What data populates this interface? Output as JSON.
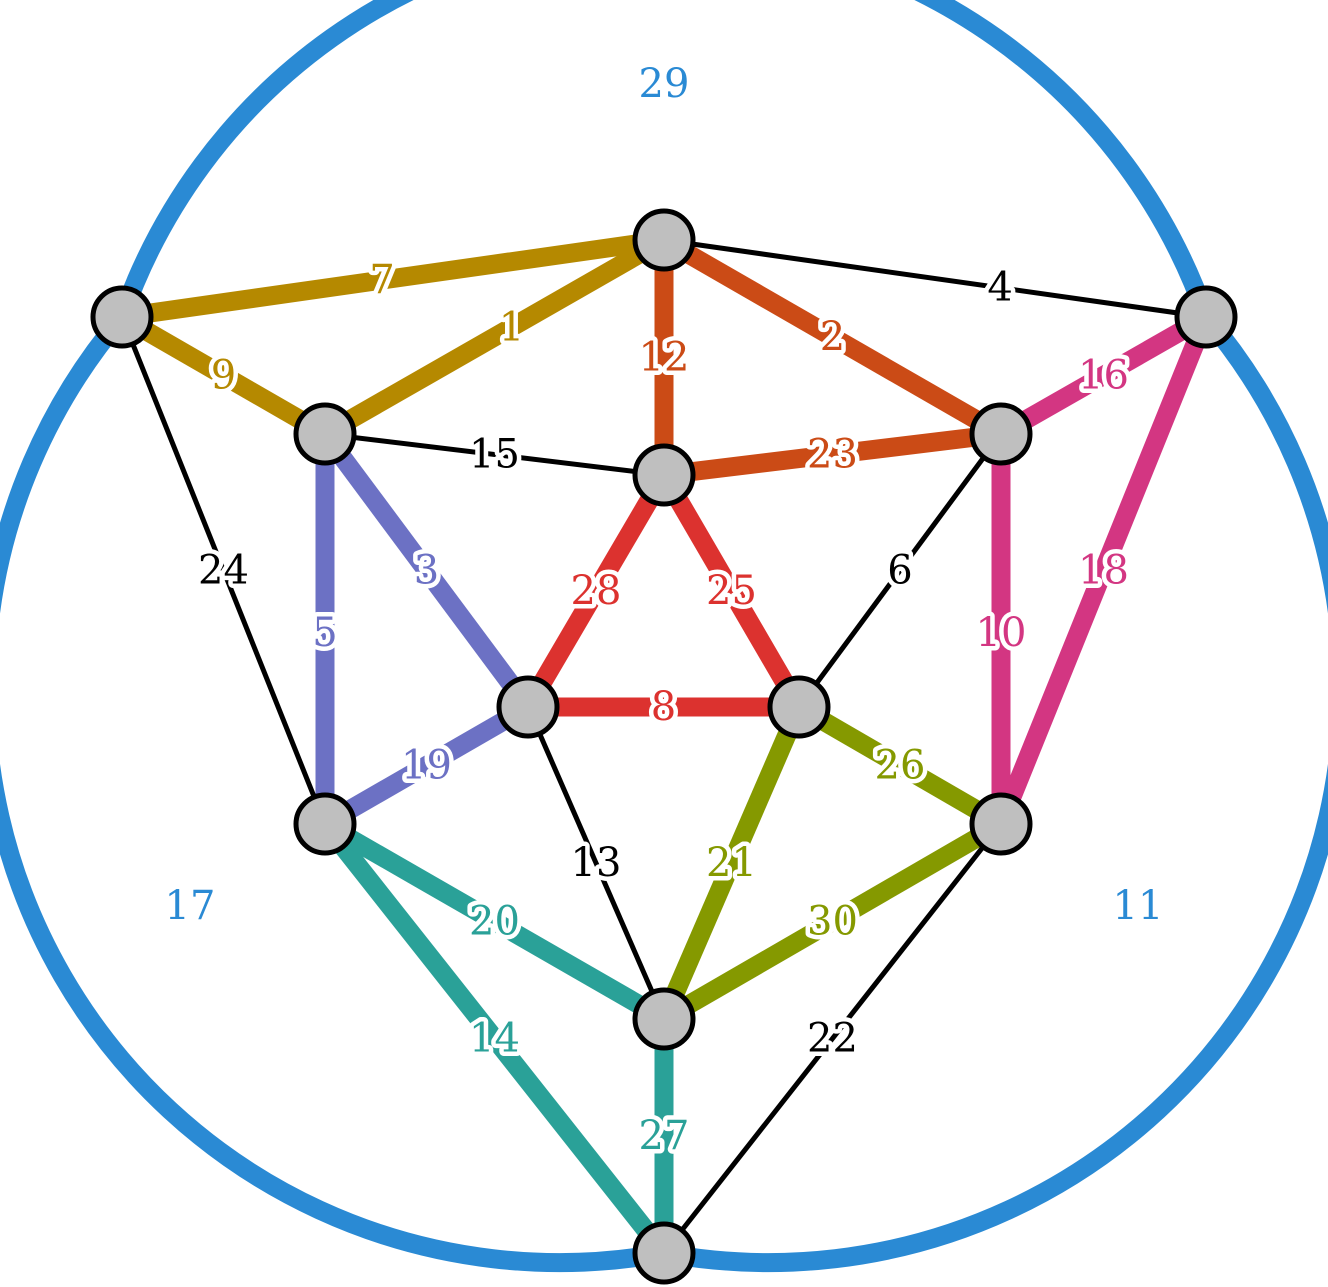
{
  "colors": {
    "node_fill": "#bfbfbf",
    "node_stroke": "#000000",
    "blue": "#2a8ad4",
    "gold": "#b58900",
    "orange": "#cb4b16",
    "red": "#dc322f",
    "violet": "#6c71c4",
    "magenta": "#d33682",
    "olive": "#859900",
    "teal": "#2aa198",
    "black": "#000000"
  },
  "nodes": [
    "A",
    "B",
    "C",
    "D",
    "E",
    "F",
    "G",
    "H",
    "I",
    "J",
    "K",
    "L"
  ],
  "edges": [
    {
      "label": "1",
      "from": "E",
      "to": "A",
      "color": "gold"
    },
    {
      "label": "2",
      "from": "A",
      "to": "G",
      "color": "orange"
    },
    {
      "label": "3",
      "from": "E",
      "to": "H",
      "color": "violet"
    },
    {
      "label": "4",
      "from": "A",
      "to": "D",
      "color": "black"
    },
    {
      "label": "5",
      "from": "E",
      "to": "J",
      "color": "violet"
    },
    {
      "label": "6",
      "from": "G",
      "to": "I",
      "color": "black"
    },
    {
      "label": "7",
      "from": "B",
      "to": "A",
      "color": "gold"
    },
    {
      "label": "8",
      "from": "H",
      "to": "I",
      "color": "red"
    },
    {
      "label": "9",
      "from": "B",
      "to": "E",
      "color": "gold"
    },
    {
      "label": "10",
      "from": "G",
      "to": "K",
      "color": "magenta"
    },
    {
      "label": "11",
      "from": "D",
      "to": "L",
      "color": "blue"
    },
    {
      "label": "12",
      "from": "A",
      "to": "F",
      "color": "orange"
    },
    {
      "label": "13",
      "from": "H",
      "to": "C",
      "color": "black"
    },
    {
      "label": "14",
      "from": "J",
      "to": "L",
      "color": "teal"
    },
    {
      "label": "15",
      "from": "E",
      "to": "F",
      "color": "black"
    },
    {
      "label": "16",
      "from": "G",
      "to": "D",
      "color": "magenta"
    },
    {
      "label": "17",
      "from": "B",
      "to": "L",
      "color": "blue"
    },
    {
      "label": "18",
      "from": "D",
      "to": "K",
      "color": "magenta"
    },
    {
      "label": "19",
      "from": "J",
      "to": "H",
      "color": "violet"
    },
    {
      "label": "20",
      "from": "J",
      "to": "C",
      "color": "teal"
    },
    {
      "label": "21",
      "from": "I",
      "to": "C",
      "color": "olive"
    },
    {
      "label": "22",
      "from": "K",
      "to": "L",
      "color": "black"
    },
    {
      "label": "23",
      "from": "F",
      "to": "G",
      "color": "orange"
    },
    {
      "label": "24",
      "from": "B",
      "to": "J",
      "color": "black"
    },
    {
      "label": "25",
      "from": "F",
      "to": "I",
      "color": "red"
    },
    {
      "label": "26",
      "from": "I",
      "to": "K",
      "color": "olive"
    },
    {
      "label": "27",
      "from": "C",
      "to": "L",
      "color": "teal"
    },
    {
      "label": "28",
      "from": "F",
      "to": "H",
      "color": "red"
    },
    {
      "label": "29",
      "from": "B",
      "to": "D",
      "color": "blue"
    },
    {
      "label": "30",
      "from": "C",
      "to": "K",
      "color": "olive"
    }
  ]
}
